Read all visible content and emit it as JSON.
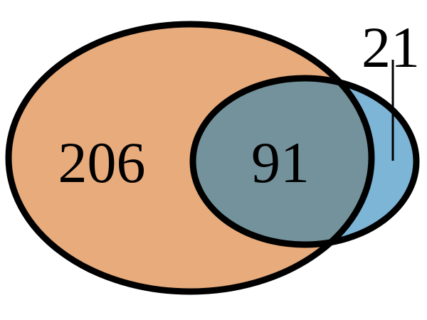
{
  "venn": {
    "sets": [
      {
        "id": "left",
        "fill": "#e8ab7c",
        "only_count": "206"
      },
      {
        "id": "right",
        "fill": "#7db5d7",
        "only_count": "21"
      }
    ],
    "intersection": {
      "fill": "#74929b",
      "count": "91"
    },
    "outline_color": "#000000",
    "label_color": "#000000"
  }
}
